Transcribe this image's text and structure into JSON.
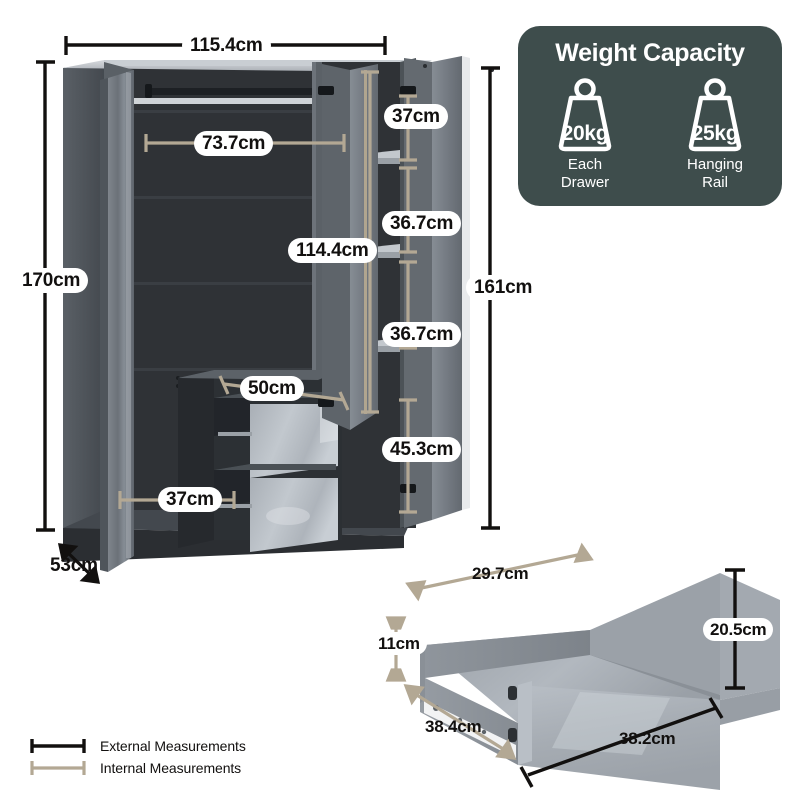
{
  "product": {
    "type": "3-door wardrobe with drawers",
    "external_measurements": {
      "width": "115.4cm",
      "height": "170cm",
      "depth": "53cm"
    },
    "internal_measurements": {
      "hanging_rail_width": "73.7cm",
      "hanging_section_height": "114.4cm",
      "right_top_shelf": "37cm",
      "right_shelf_2": "36.7cm",
      "right_shelf_3": "36.7cm",
      "right_bottom_section": "45.3cm",
      "drawer_unit_width": "50cm",
      "left_bottom_width": "37cm",
      "right_side_internal_height": "161cm"
    }
  },
  "labels": {
    "width_115_4": "115.4cm",
    "height_170": "170cm",
    "depth_53": "53cm",
    "rail_73_7": "73.7cm",
    "hanging_114_4": "114.4cm",
    "shelf_37": "37cm",
    "shelf_36_7_a": "36.7cm",
    "shelf_36_7_b": "36.7cm",
    "bottom_45_3": "45.3cm",
    "drawer_50": "50cm",
    "left_37": "37cm",
    "internal_161": "161cm"
  },
  "drawer_detail": {
    "inner_width": "29.7cm",
    "inner_height": "11cm",
    "inner_depth": "38.4cm",
    "outer_height": "20.5cm",
    "outer_width": "38.2cm"
  },
  "weight_capacity": {
    "title": "Weight Capacity",
    "items": [
      {
        "value": "20kg",
        "caption_line1": "Each",
        "caption_line2": "Drawer",
        "icon": "weight-icon"
      },
      {
        "value": "25kg",
        "caption_line1": "Hanging",
        "caption_line2": "Rail",
        "icon": "weight-icon"
      }
    ]
  },
  "legend": {
    "external": "External Measurements",
    "internal": "Internal Measurements"
  },
  "colors": {
    "card_background": "#3e4d4c",
    "external_line": "#12100f",
    "internal_line": "#b3a894",
    "cabinet_dark": "#33363a",
    "cabinet_door": "#6e747b",
    "drawer_front": "#b6bcc2",
    "page_background": "#ffffff"
  }
}
